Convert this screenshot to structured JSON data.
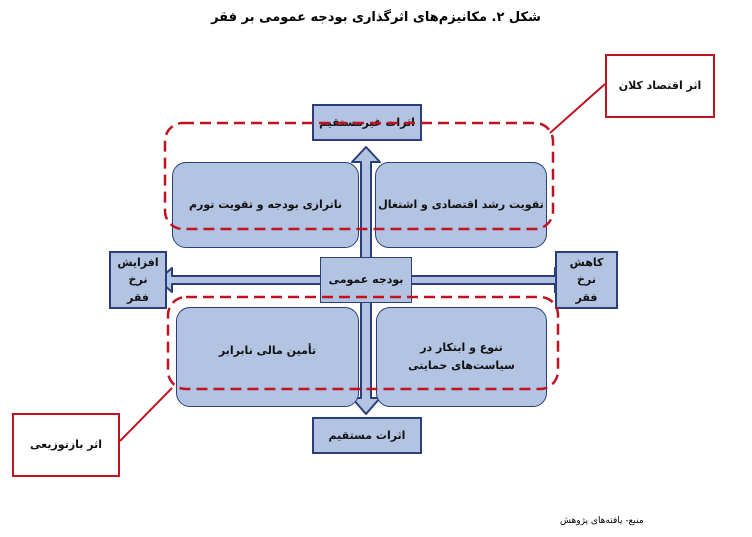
{
  "title": "شکل ۲. مکانیزم‌های اثرگذاری بودجه عمومی بر فقر",
  "nodes": {
    "top": "اثرات غیرمستقیم",
    "bottom": "اثرات مستقیم",
    "center": "بودجه عمومی",
    "left": "افزایش نرخ فقر",
    "right": "کاهش نرخ فقر",
    "q_top_left": "ناترازی بودجه و  تقویت تورم",
    "q_top_right": "تقویت رشد اقتصادی و اشتغال",
    "q_bottom_left": "تأمین مالی نابرابر",
    "q_bottom_right": "تنوع و ابتکار در سیاست‌های حمایتی"
  },
  "callouts": {
    "macro": "اثر اقتصاد کلان",
    "redistributive": "اثر بازتوزیعی"
  },
  "source": "منبع- یافته‌های پژوهش",
  "colors": {
    "fill": "#b3c3e2",
    "stroke": "#2a3f7a",
    "dash": "#c1121f"
  }
}
